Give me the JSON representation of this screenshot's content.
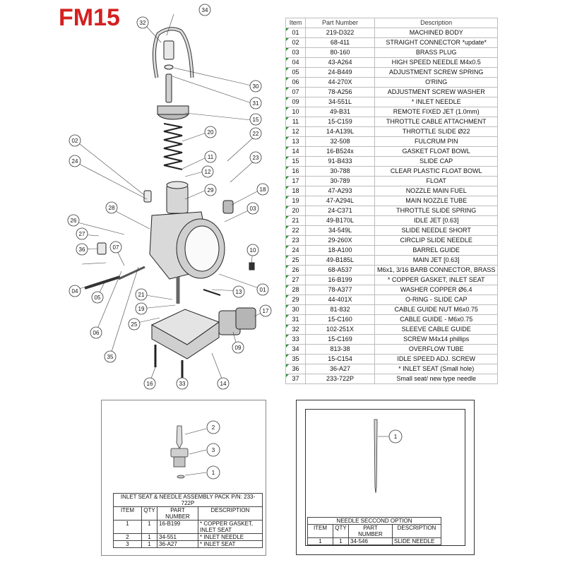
{
  "title": "FM15",
  "table": {
    "headers": [
      "Item",
      "Part Number",
      "Description"
    ],
    "rows": [
      [
        "01",
        "219-D322",
        "MACHINED BODY"
      ],
      [
        "02",
        "68-411",
        "STRAIGHT CONNECTOR *update*"
      ],
      [
        "03",
        "80-160",
        "BRASS PLUG"
      ],
      [
        "04",
        "43-A264",
        "HIGH SPEED NEEDLE M4x0.5"
      ],
      [
        "05",
        "24-B449",
        "ADJUSTMENT SCREW SPRING"
      ],
      [
        "06",
        "44-270X",
        "O'RING"
      ],
      [
        "07",
        "78-A256",
        "ADJUSTMENT SCREW WASHER"
      ],
      [
        "09",
        "34-551L",
        "* INLET NEEDLE"
      ],
      [
        "10",
        "49-B31",
        "REMOTE FIXED JET (1.0mm)"
      ],
      [
        "11",
        "15-C159",
        "THROTTLE CABLE ATTACHMENT"
      ],
      [
        "12",
        "14-A139L",
        "THROTTLE SLIDE Ø22"
      ],
      [
        "13",
        "32-508",
        "FULCRUM PIN"
      ],
      [
        "14",
        "16-B524x",
        "GASKET FLOAT BOWL"
      ],
      [
        "15",
        "91-B433",
        "SLIDE CAP"
      ],
      [
        "16",
        "30-788",
        "CLEAR PLASTIC FLOAT BOWL"
      ],
      [
        "17",
        "30-789",
        "FLOAT"
      ],
      [
        "18",
        "47-A293",
        "NOZZLE MAIN FUEL"
      ],
      [
        "19",
        "47-A294L",
        "MAIN NOZZLE TUBE"
      ],
      [
        "20",
        "24-C371",
        "THROTTLE SLIDE SPRING"
      ],
      [
        "21",
        "49-B170L",
        "IDLE JET [0.63]"
      ],
      [
        "22",
        "34-549L",
        "SLIDE NEEDLE SHORT"
      ],
      [
        "23",
        "29-260X",
        "CIRCLIP SLIDE NEEDLE"
      ],
      [
        "24",
        "18-A100",
        "BARREL GUIDE"
      ],
      [
        "25",
        "49-B185L",
        "MAIN JET [0.63]"
      ],
      [
        "26",
        "68-A537",
        "M6x1, 3/16 BARB CONNECTOR, BRASS"
      ],
      [
        "27",
        "16-B199",
        "* COPPER GASKET, INLET SEAT"
      ],
      [
        "28",
        "78-A377",
        "WASHER COPPER Ø6.4"
      ],
      [
        "29",
        "44-401X",
        "O-RING - SLIDE CAP"
      ],
      [
        "30",
        "81-832",
        "CABLE GUIDE NUT M6x0.75"
      ],
      [
        "31",
        "15-C160",
        "CABLE GUIDE - M6x0.75"
      ],
      [
        "32",
        "102-251X",
        "SLEEVE CABLE GUIDE"
      ],
      [
        "33",
        "15-C169",
        "SCREW M4x14 phillips"
      ],
      [
        "34",
        "813-38",
        "OVERFLOW TUBE"
      ],
      [
        "35",
        "15-C154",
        "IDLE SPEED ADJ. SCREW"
      ],
      [
        "36",
        "36-A27",
        "* INLET SEAT (Small hole)"
      ],
      [
        "37",
        "233-722P",
        "Small seat/ new type needle"
      ]
    ]
  },
  "callouts": [
    "01",
    "02",
    "03",
    "04",
    "05",
    "06",
    "07",
    "09",
    "10",
    "11",
    "12",
    "13",
    "14",
    "15",
    "16",
    "17",
    "18",
    "19",
    "20",
    "21",
    "22",
    "23",
    "24",
    "25",
    "26",
    "27",
    "28",
    "29",
    "30",
    "31",
    "32",
    "33",
    "34",
    "35",
    "36"
  ],
  "inlet_pack": {
    "caption": "INLET SEAT & NEEDLE ASSEMBLY PACK P/N: 233-722P",
    "headers": [
      "ITEM",
      "QTY",
      "PART NUMBER",
      "DESCRIPTION"
    ],
    "rows": [
      [
        "1",
        "1",
        "16-B199",
        "* COPPER GASKET, INLET SEAT"
      ],
      [
        "2",
        "1",
        "34-551",
        "* INLET NEEDLE"
      ],
      [
        "3",
        "1",
        "36-A27",
        "* INLET SEAT"
      ]
    ],
    "callouts": [
      "2",
      "3",
      "1"
    ]
  },
  "needle_option": {
    "caption": "NEEDLE SECCOND OPTION",
    "headers": [
      "ITEM",
      "QTY",
      "PART NUMBER",
      "DESCRIPTION"
    ],
    "rows": [
      [
        "1",
        "1",
        "34-546",
        "SLIDE NEEDLE"
      ]
    ],
    "callouts": [
      "1"
    ]
  }
}
